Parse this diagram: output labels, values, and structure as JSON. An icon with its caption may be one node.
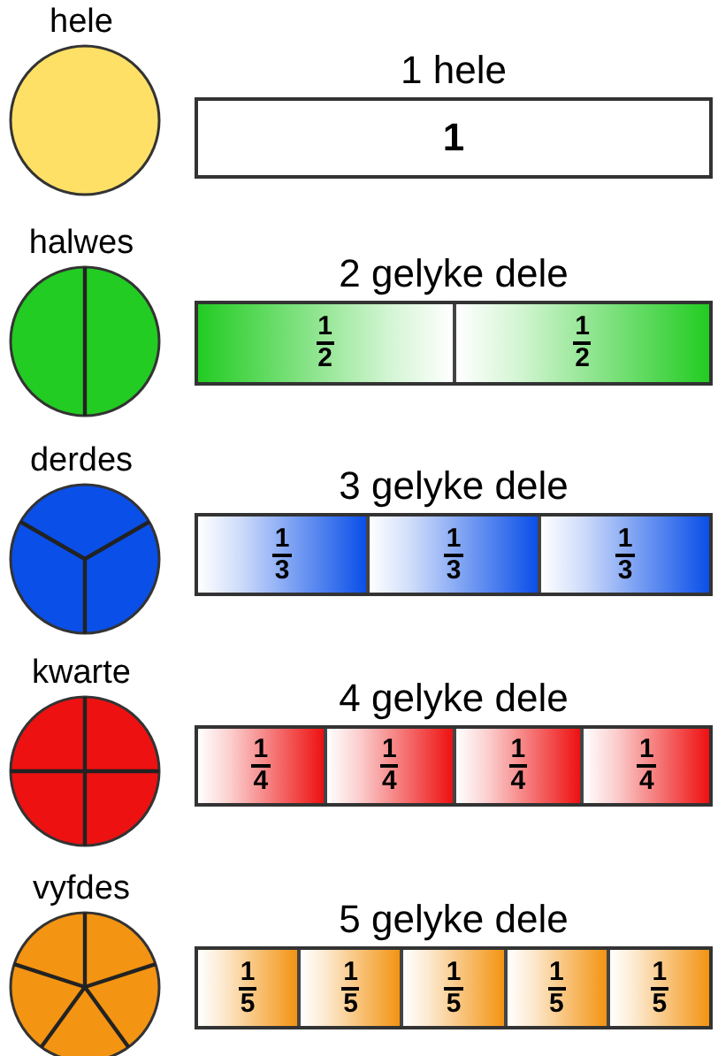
{
  "diagram": {
    "nodes": [
      {
        "text": [
          "hele"
        ]
      },
      {
        "text": [
          "1 hele"
        ]
      },
      {
        "text": [
          "1"
        ],
        "in": 1
      },
      {
        "text": [
          "halwes"
        ]
      },
      {
        "text": [
          "2 gelyke dele"
        ]
      },
      {
        "text": [
          "1",
          "2"
        ],
        "in": 4
      },
      {
        "text": [
          "1",
          "2"
        ],
        "in": 4
      },
      {
        "text": [
          "derdes"
        ]
      },
      {
        "text": [
          "3 gelyke dele"
        ]
      },
      {
        "text": [
          "1",
          "3"
        ],
        "in": 8
      },
      {
        "text": [
          "1",
          "3"
        ],
        "in": 8
      },
      {
        "text": [
          "1",
          "3"
        ],
        "in": 8
      },
      {
        "text": [
          "kwarte"
        ]
      },
      {
        "text": [
          "4 gelyke dele"
        ]
      },
      {
        "text": [
          "1",
          "4"
        ],
        "in": 13
      },
      {
        "text": [
          "1",
          "4"
        ],
        "in": 13
      },
      {
        "text": [
          "1",
          "4"
        ],
        "in": 13
      },
      {
        "text": [
          "1",
          "4"
        ],
        "in": 13
      },
      {
        "text": [
          "vyfdes"
        ]
      },
      {
        "text": [
          "5 gelyke dele"
        ]
      },
      {
        "text": [
          "1",
          "5"
        ],
        "in": 19
      },
      {
        "text": [
          "1",
          "5"
        ],
        "in": 19
      },
      {
        "text": [
          "1",
          "5"
        ],
        "in": 19
      },
      {
        "text": [
          "1",
          "5"
        ],
        "in": 19
      },
      {
        "text": [
          "1",
          "5"
        ],
        "in": 19
      }
    ]
  }
}
